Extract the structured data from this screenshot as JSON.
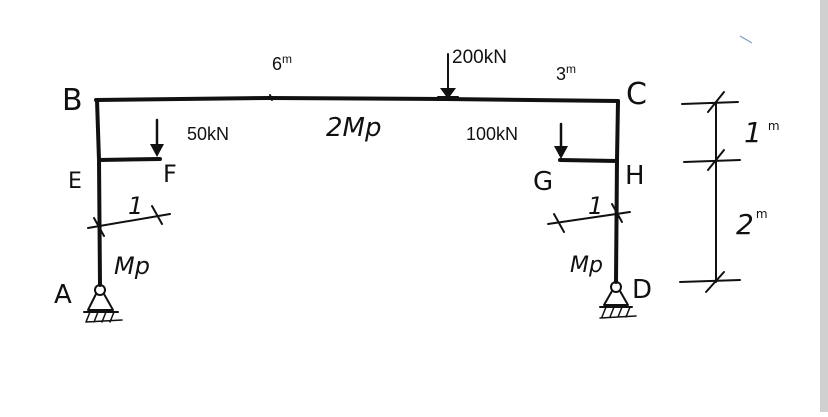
{
  "labels": {
    "B": "B",
    "C": "C",
    "E": "E",
    "F": "F",
    "G": "G",
    "H": "H",
    "A": "A",
    "D": "D"
  },
  "dimensions": {
    "span_left": "6",
    "span_right": "3",
    "unit": "m",
    "arm_left": "1",
    "arm_right": "1",
    "height_top": "1",
    "height_bottom": "2"
  },
  "loads": {
    "top": "200kN",
    "left": "50kN",
    "right": "100kN"
  },
  "moments": {
    "beam": "2Mp",
    "left_column": "Mp",
    "right_column": "Mp"
  },
  "colors": {
    "ink": "#111111",
    "edge": "#d0d0d0"
  }
}
